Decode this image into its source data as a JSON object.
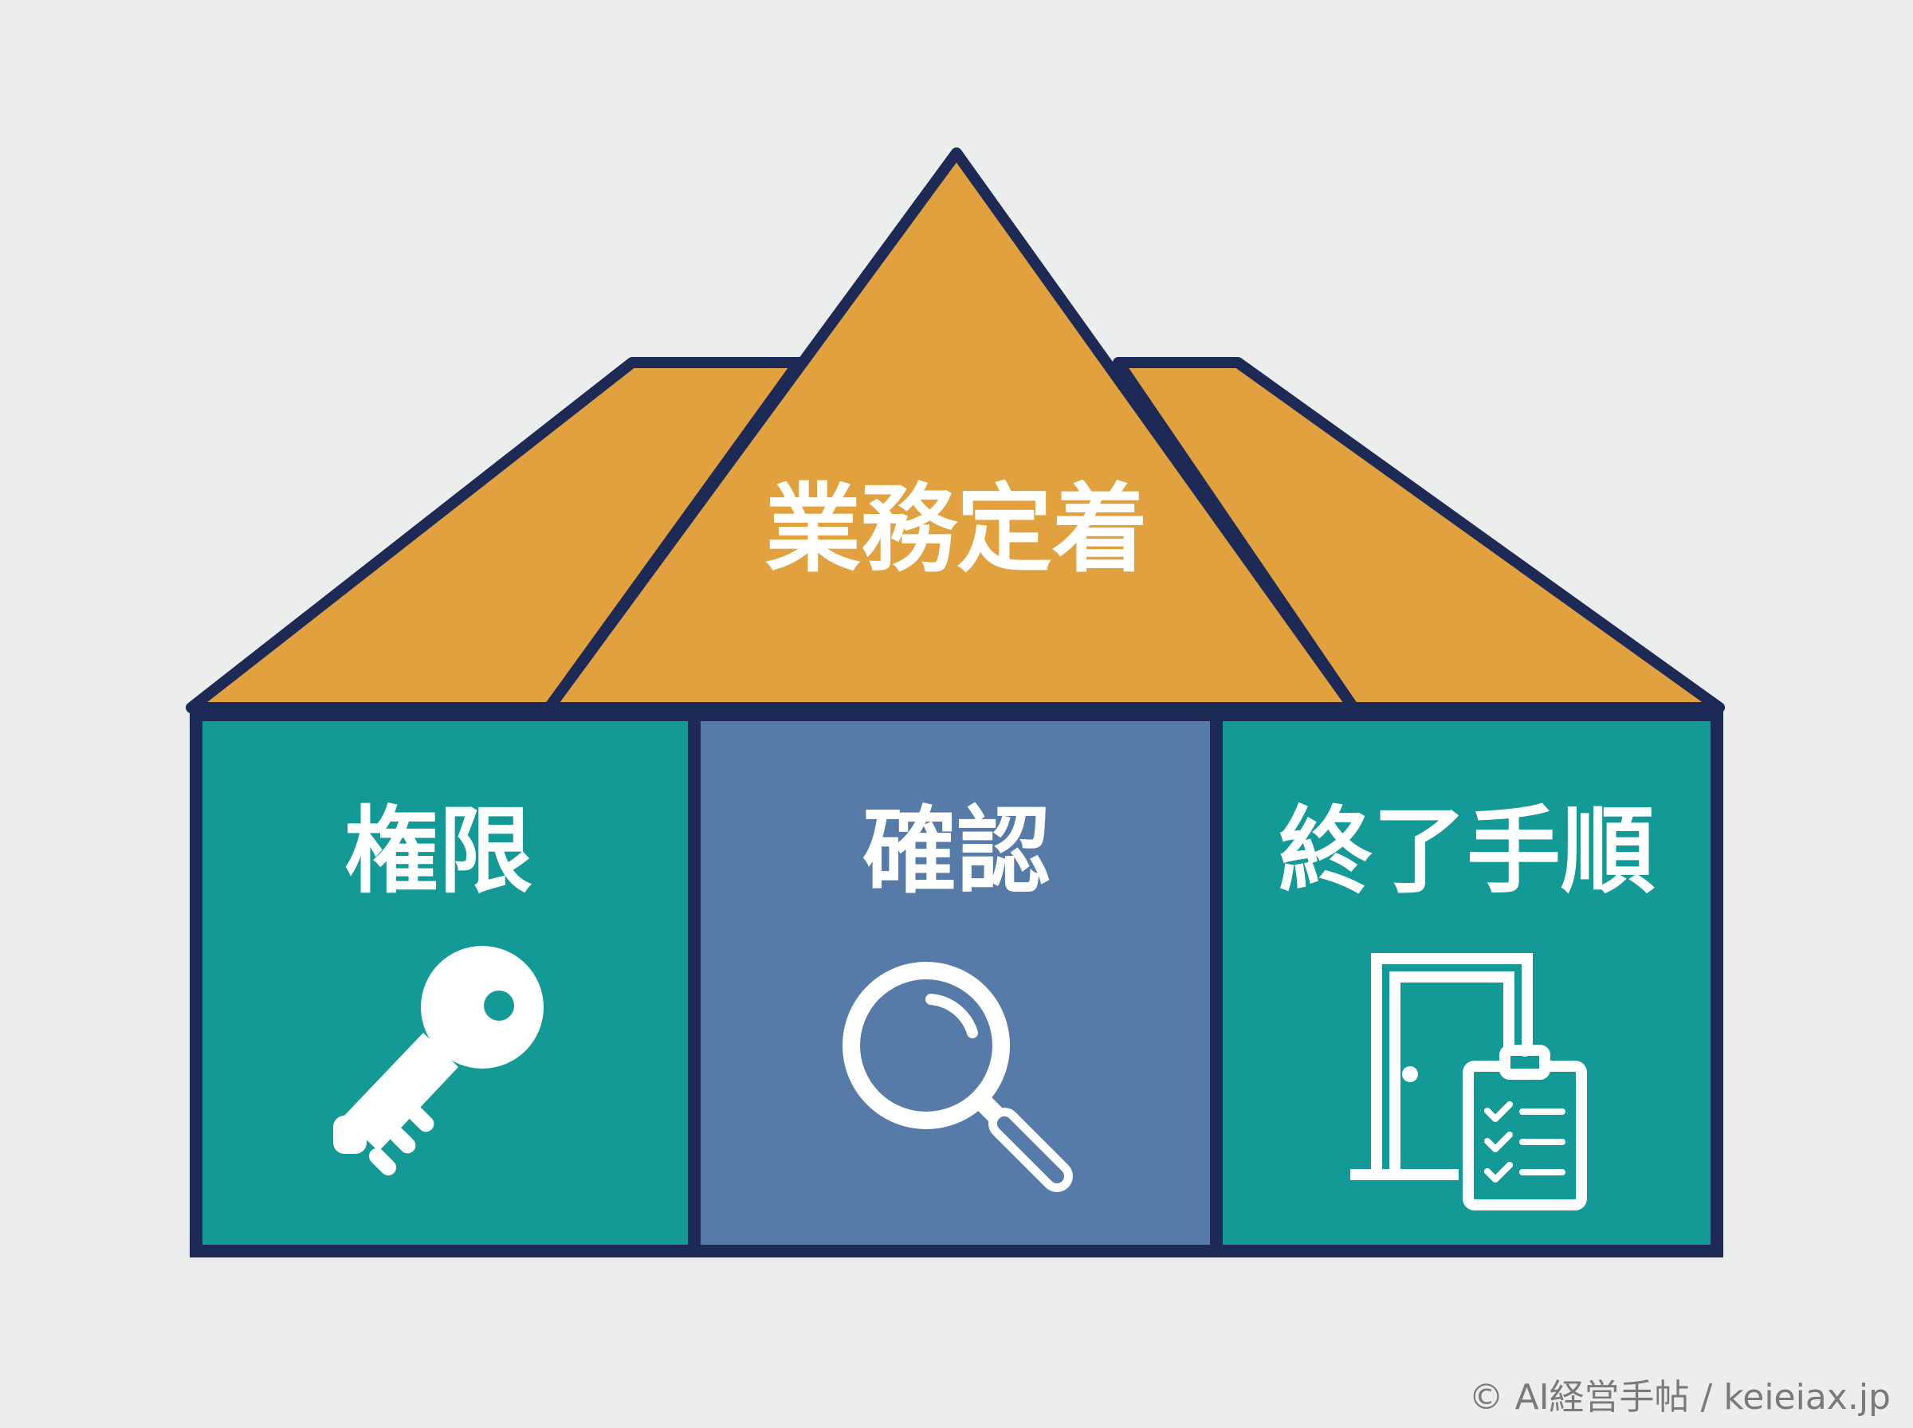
{
  "roof": {
    "label": "業務定着"
  },
  "pillars": [
    {
      "label": "権限",
      "icon": "key-icon"
    },
    {
      "label": "確認",
      "icon": "magnifier-icon"
    },
    {
      "label": "終了手順",
      "icon": "door-checklist-icon"
    }
  ],
  "footer": {
    "credit": "© AI経営手帖 / keieiax.jp"
  },
  "colors": {
    "background": "#eceded",
    "roof": "#e2a13f",
    "outline": "#1c2a55",
    "teal": "#149a96",
    "blue": "#577ba9",
    "icon": "#ffffff"
  }
}
